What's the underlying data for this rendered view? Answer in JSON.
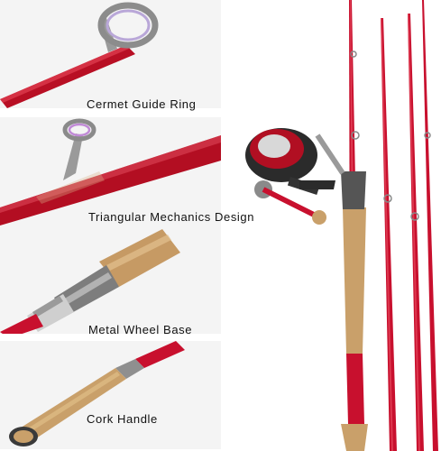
{
  "features": [
    {
      "label": "Cermet Guide Ring"
    },
    {
      "label": "Triangular Mechanics Design"
    },
    {
      "label": "Metal Wheel Base"
    },
    {
      "label": "Cork Handle"
    }
  ],
  "colors": {
    "rod_red": "#c8102e",
    "cork": "#c9a06a",
    "metal": "#8a8a8a",
    "background": "#ffffff"
  }
}
